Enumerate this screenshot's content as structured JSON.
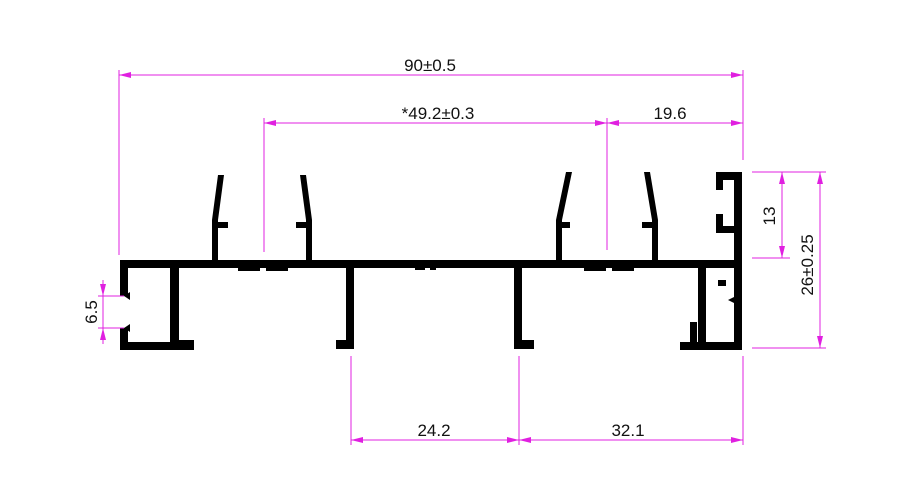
{
  "dimensions": {
    "overall_width": "90±0.5",
    "inner_width": "*49.2±0.3",
    "right_offset": "19.6",
    "bottom_left": "24.2",
    "bottom_right": "32.1",
    "left_height": "6.5",
    "right_upper": "13",
    "right_total": "26±0.25"
  },
  "colors": {
    "dimension_line": "#e020e0",
    "profile": "#000000",
    "text": "#111111",
    "background": "#ffffff"
  }
}
